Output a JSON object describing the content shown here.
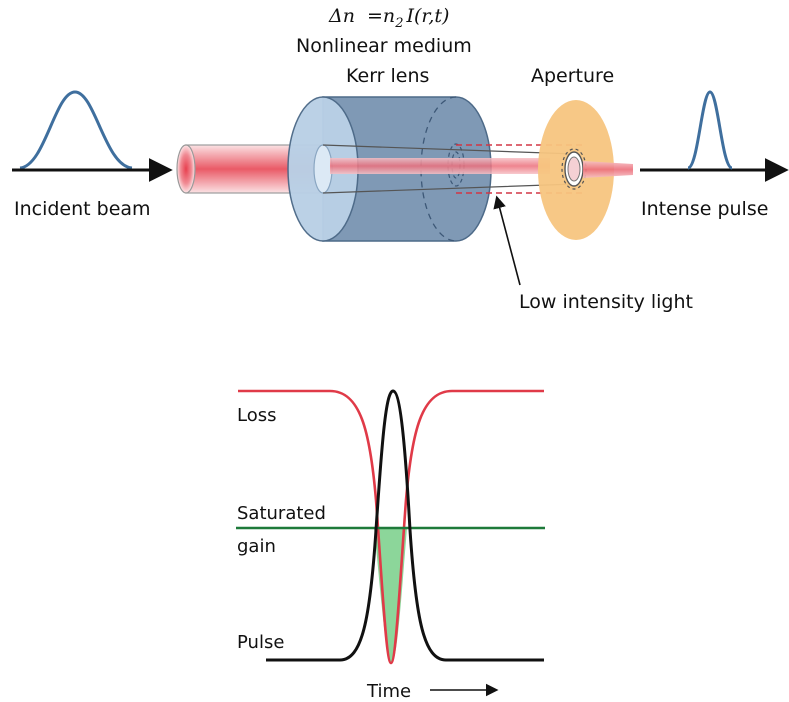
{
  "top_figure": {
    "formula": {
      "delta_n": "Δn",
      "equals": "=n",
      "subscript": "2",
      "rest": "I(r,t)"
    },
    "medium_label": "Nonlinear medium",
    "lens_label": "Kerr lens",
    "aperture_label": "Aperture",
    "incident_label": "Incident beam",
    "output_label": "Intense pulse",
    "low_intensity_label": "Low intensity light"
  },
  "bottom_figure": {
    "loss_label": "Loss",
    "gain_label_line1": "Saturated",
    "gain_label_line2": "gain",
    "pulse_label": "Pulse",
    "time_label": "Time",
    "colors": {
      "loss_curve": "#e03a48",
      "pulse_curve": "#111111",
      "gain_line": "#1e7a3a",
      "net_gain_fill": "#7fd18f"
    }
  },
  "colors": {
    "pulse_shape": "#3f6f9e",
    "cylinder_front": "#b9d0e6",
    "cylinder_body": "#7f99b5",
    "aperture": "#f7c580",
    "beam": "#e84a5a"
  }
}
